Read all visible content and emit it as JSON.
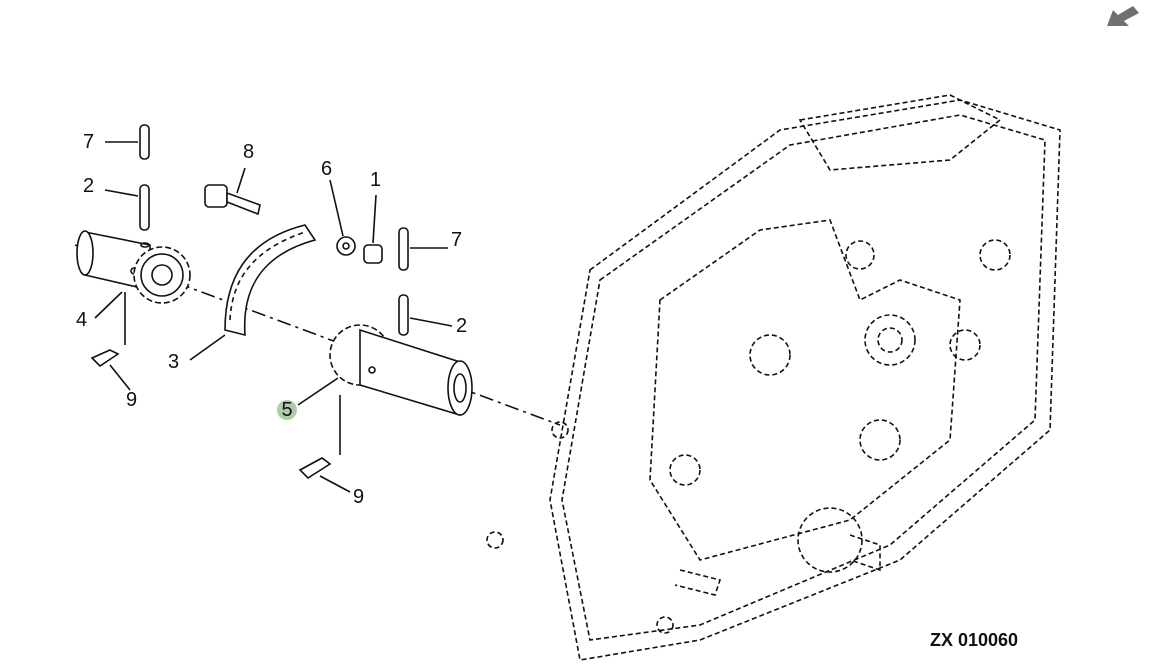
{
  "callouts": [
    "7",
    "2",
    "8",
    "6",
    "1",
    "7",
    "2",
    "4",
    "3",
    "9",
    "5",
    "9"
  ],
  "figure_id": "ZX 010060",
  "highlighted_callout": "5",
  "icons": {
    "back": "arrow-down-left-icon"
  },
  "colors": {
    "highlight": "#8fb882",
    "line": "#111111",
    "arrow": "#707070"
  }
}
